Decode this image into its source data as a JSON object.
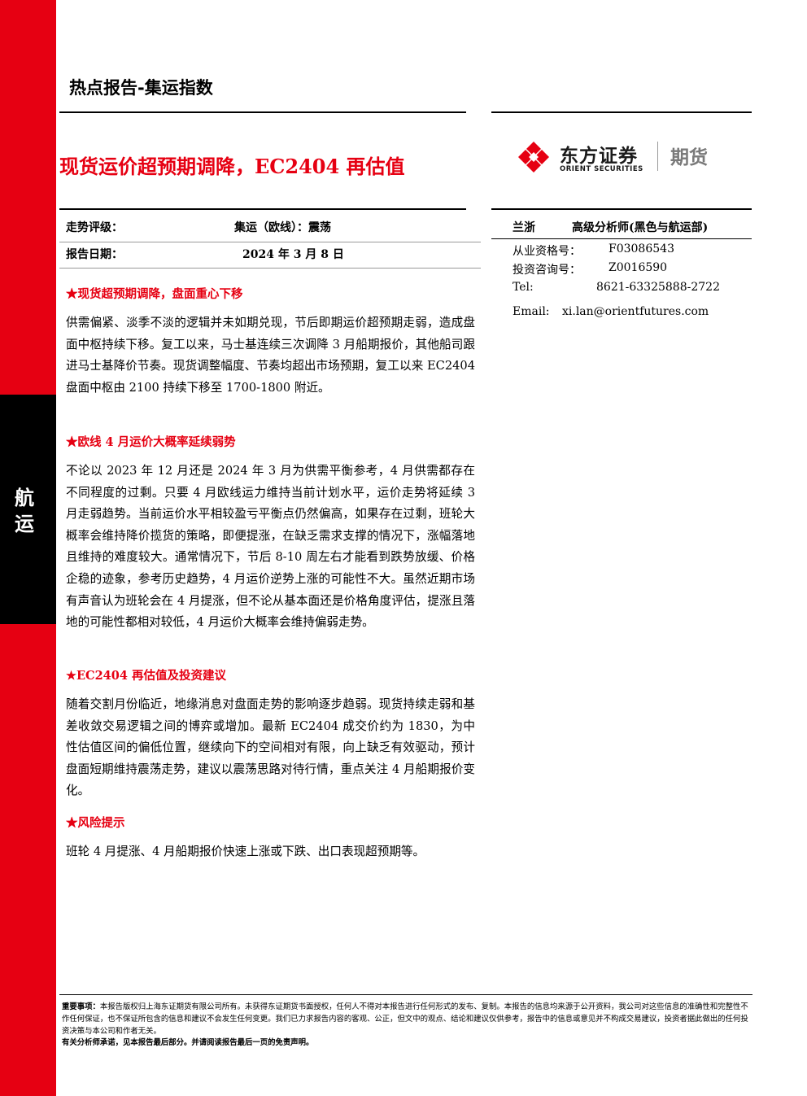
{
  "side_label": "航运",
  "report_type": "热点报告-集运指数",
  "title": "现货运价超预期调降，EC2404 再估值",
  "logo": {
    "name_cn": "东方证券",
    "name_en": "ORIENT SECURITIES",
    "division": "期货",
    "brand_color": "#e60012"
  },
  "meta": {
    "rating_label": "走势评级：",
    "rating_value": "集运（欧线）：震荡",
    "date_label": "报告日期：",
    "date_value": "2024 年 3 月 8 日"
  },
  "analyst": {
    "name": "兰浙",
    "title": "高级分析师(黑色与航运部)",
    "qual_label": "从业资格号：",
    "qual_value": "F03086543",
    "consult_label": "投资咨询号：",
    "consult_value": "Z0016590",
    "tel_label": "Tel:",
    "tel_value": "8621-63325888-2722",
    "email_label": "Email:",
    "email_value": "xi.lan@orientfutures.com"
  },
  "sections": [
    {
      "heading": "★现货超预期调降，盘面重心下移",
      "body": "供需偏紧、淡季不淡的逻辑并未如期兑现，节后即期运价超预期走弱，造成盘面中枢持续下移。复工以来，马士基连续三次调降 3 月船期报价，其他船司跟进马士基降价节奏。现货调整幅度、节奏均超出市场预期，复工以来 EC2404 盘面中枢由 2100 持续下移至 1700-1800 附近。"
    },
    {
      "heading": "★欧线 4 月运价大概率延续弱势",
      "body": "不论以 2023 年 12 月还是 2024 年 3 月为供需平衡参考，4 月供需都存在不同程度的过剩。只要 4 月欧线运力维持当前计划水平，运价走势将延续 3 月走弱趋势。当前运价水平相较盈亏平衡点仍然偏高，如果存在过剩，班轮大概率会维持降价揽货的策略，即便提涨，在缺乏需求支撑的情况下，涨幅落地且维持的难度较大。通常情况下，节后 8-10 周左右才能看到跌势放缓、价格企稳的迹象，参考历史趋势，4 月运价逆势上涨的可能性不大。虽然近期市场有声音认为班轮会在 4 月提涨，但不论从基本面还是价格角度评估，提涨且落地的可能性都相对较低，4 月运价大概率会维持偏弱走势。"
    },
    {
      "heading": "★EC2404 再估值及投资建议",
      "body": "随着交割月份临近，地缘消息对盘面走势的影响逐步趋弱。现货持续走弱和基差收敛交易逻辑之间的博弈或增加。最新 EC2404 成交价约为 1830，为中性估值区间的偏低位置，继续向下的空间相对有限，向上缺乏有效驱动，预计盘面短期维持震荡走势，建议以震荡思路对待行情，重点关注 4 月船期报价变化。"
    },
    {
      "heading": "★风险提示",
      "body": "班轮 4 月提涨、4 月船期报价快速上涨或下跌、出口表现超预期等。"
    }
  ],
  "disclaimer": {
    "label": "重要事项：",
    "text": "本报告版权归上海东证期货有限公司所有。未获得东证期货书面授权，任何人不得对本报告进行任何形式的发布、复制。本报告的信息均来源于公开资料，我公司对这些信息的准确性和完整性不作任何保证，也不保证所包含的信息和建议不会发生任何变更。我们已力求报告内容的客观、公正，但文中的观点、结论和建议仅供参考，报告中的信息或意见并不构成交易建议，投资者据此做出的任何投资决策与本公司和作者无关。",
    "note": "有关分析师承诺，见本报告最后部分。并请阅读报告最后一页的免责声明。"
  }
}
